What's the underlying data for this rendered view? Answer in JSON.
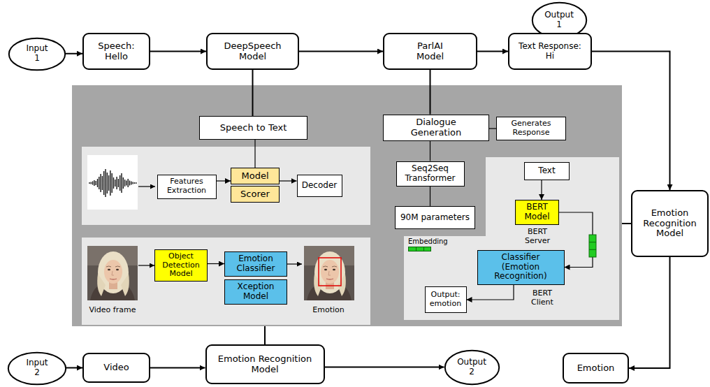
{
  "diagram": {
    "nodes": [
      {
        "text": [
          "Output 1"
        ]
      },
      {
        "text": [
          "Input 1"
        ]
      },
      {
        "text": [
          "Speech: Hello"
        ]
      },
      {
        "text": [
          "DeepSpeech Model"
        ]
      },
      {
        "text": [
          "ParlAI Model"
        ]
      },
      {
        "text": [
          "Text Response: Hi"
        ]
      },
      {
        "text": [
          "Speech to Text"
        ]
      },
      {
        "text": [
          "Dialogue Generation"
        ]
      },
      {
        "text": [
          "Generates Response"
        ]
      },
      {
        "text": [
          "Features Extraction"
        ]
      },
      {
        "text": [
          "Model"
        ]
      },
      {
        "text": [
          "Scorer"
        ]
      },
      {
        "text": [
          "Decoder"
        ]
      },
      {
        "text": [
          "Seq2Seq Transformer"
        ]
      },
      {
        "text": [
          "90M parameters"
        ]
      },
      {
        "text": [
          "Text"
        ]
      },
      {
        "text": [
          "BERT Model"
        ]
      },
      {
        "text": [
          "Emotion Recognition Model"
        ]
      },
      {
        "text": [
          "Classifier (Emotion Recognition)"
        ]
      },
      {
        "text": [
          "Output: emotion"
        ]
      },
      {
        "text": [
          "Object Detection Model"
        ]
      },
      {
        "text": [
          "Emotion Classifier"
        ]
      },
      {
        "text": [
          "Xception Model"
        ]
      },
      {
        "text": [
          "Input 2"
        ]
      },
      {
        "text": [
          "Video"
        ]
      },
      {
        "text": [
          "Emotion Recognition Model"
        ]
      },
      {
        "text": [
          "Output 2"
        ]
      },
      {
        "text": [
          "Emotion"
        ]
      }
    ],
    "edges": [
      {
        "from": 1,
        "to": 2,
        "arrow": "to"
      },
      {
        "from": 2,
        "to": 3,
        "arrow": "to"
      },
      {
        "from": 3,
        "to": 4,
        "arrow": "to"
      },
      {
        "from": 4,
        "to": 5,
        "arrow": "to"
      },
      {
        "from": 5,
        "to": 17,
        "arrow": "to"
      },
      {
        "from": 3,
        "to": 6,
        "arrow": "none"
      },
      {
        "from": 4,
        "to": 7,
        "arrow": "none"
      },
      {
        "from": 7,
        "to": 8,
        "arrow": "none"
      },
      {
        "from": 7,
        "to": 13,
        "arrow": "none"
      },
      {
        "from": 13,
        "to": 14,
        "arrow": "none"
      },
      {
        "from": 6,
        "to": 10,
        "arrow": "none"
      },
      {
        "from": 9,
        "to": 10,
        "arrow": "to"
      },
      {
        "from": 10,
        "to": 12,
        "arrow": "to"
      },
      {
        "from": 15,
        "to": 16,
        "arrow": "to"
      },
      {
        "from": 16,
        "to": 18,
        "arrow": "to"
      },
      {
        "from": 18,
        "to": 19,
        "arrow": "to"
      },
      {
        "from": 20,
        "to": 21,
        "arrow": "to"
      },
      {
        "from": 23,
        "to": 24,
        "arrow": "to"
      },
      {
        "from": 24,
        "to": 25,
        "arrow": "to"
      },
      {
        "from": 25,
        "to": 26,
        "arrow": "to"
      },
      {
        "from": 17,
        "to": 27,
        "arrow": "to"
      }
    ],
    "labels": [
      "BERT Server",
      "BERT Client",
      "Video frame",
      "Emotion"
    ],
    "legend": [
      {
        "text": "Embedding",
        "color": "#22cc22"
      }
    ]
  }
}
